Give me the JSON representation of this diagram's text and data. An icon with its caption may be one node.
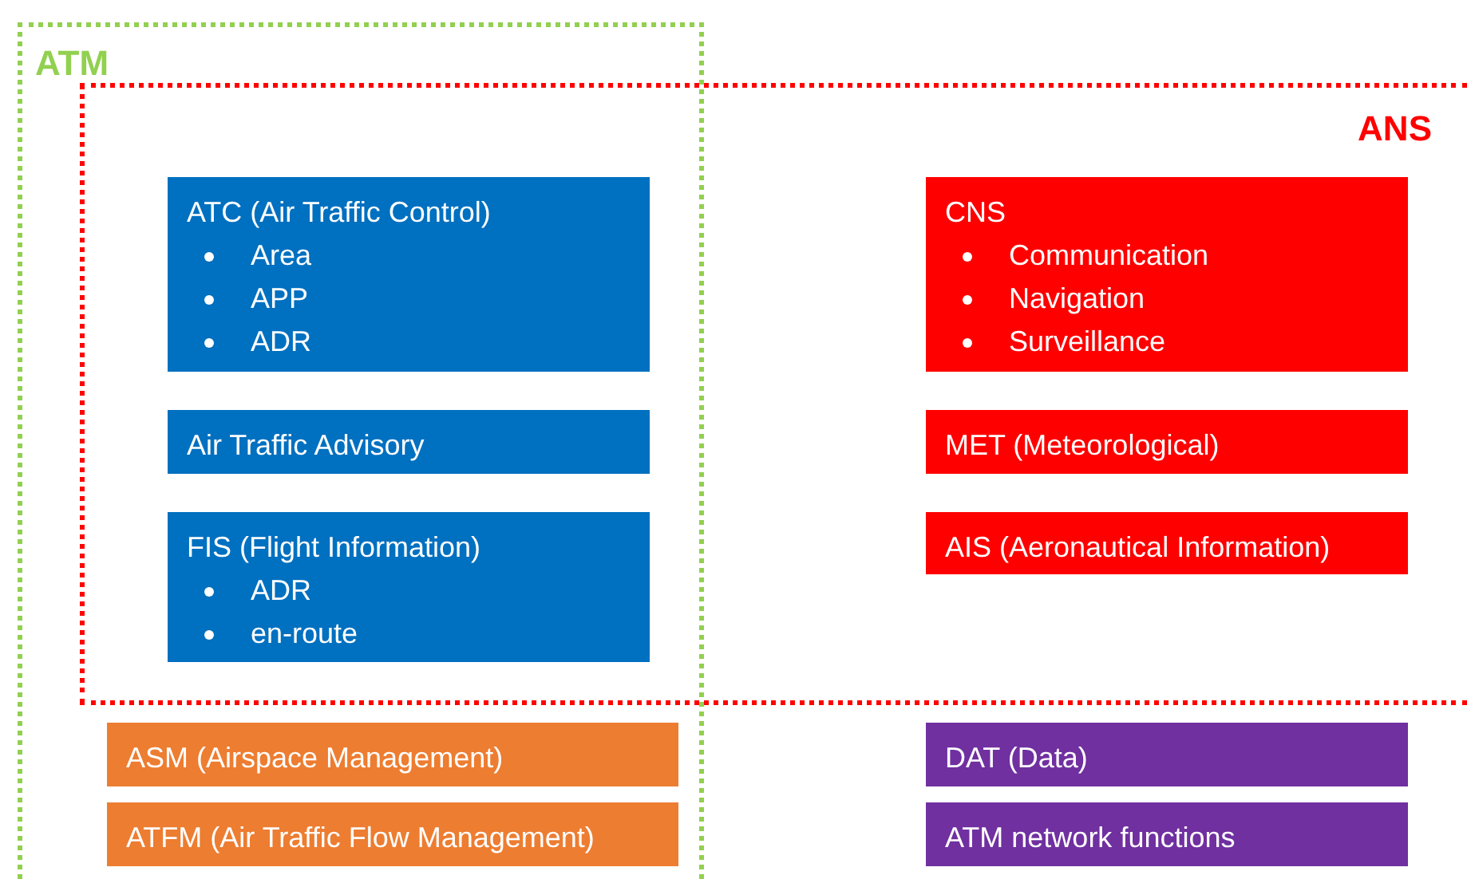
{
  "diagram": {
    "nodes": [
      {
        "text": [
          "ATM"
        ]
      },
      {
        "text": [
          "ANS"
        ]
      },
      {
        "text": [
          "ATC (Air Traffic Control)",
          "Area",
          "APP",
          "ADR"
        ]
      },
      {
        "text": [
          "Air Traffic Advisory"
        ]
      },
      {
        "text": [
          "FIS (Flight Information)",
          "ADR",
          "en-route"
        ]
      },
      {
        "text": [
          "CNS",
          "Communication",
          "Navigation",
          "Surveillance"
        ],
        "in": 1
      },
      {
        "text": [
          "MET (Meteorological)"
        ],
        "in": 1
      },
      {
        "text": [
          "AIS (Aeronautical Information)"
        ],
        "in": 1
      },
      {
        "text": [
          "ASM (Airspace Management)"
        ],
        "in": 0
      },
      {
        "text": [
          "ATFM (Air Traffic Flow Management)"
        ],
        "in": 0
      },
      {
        "text": [
          "DAT (Data)"
        ]
      },
      {
        "text": [
          "ATM network functions"
        ]
      }
    ]
  }
}
